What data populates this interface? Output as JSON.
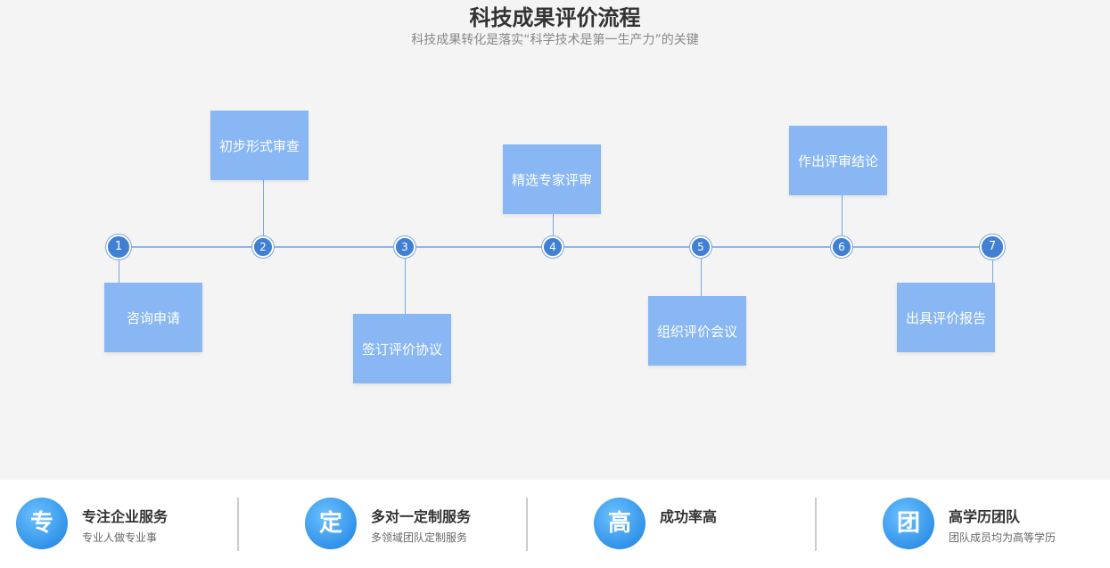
{
  "header": {
    "title": "科技成果评价流程",
    "subtitle": "科技成果转化是落实“科学技术是第一生产力”的关键"
  },
  "steps": [
    {
      "num": "1",
      "label": "咨询申请"
    },
    {
      "num": "2",
      "label": "初步形式审查"
    },
    {
      "num": "3",
      "label": "签订评价协议"
    },
    {
      "num": "4",
      "label": "精选专家评审"
    },
    {
      "num": "5",
      "label": "组织评价会议"
    },
    {
      "num": "6",
      "label": "作出评审结论"
    },
    {
      "num": "7",
      "label": "出具评价报告"
    }
  ],
  "features": [
    {
      "icon": "专",
      "title": "专注企业服务",
      "subtitle": "专业人做专业事"
    },
    {
      "icon": "定",
      "title": "多对一定制服务",
      "subtitle": "多领域团队定制服务"
    },
    {
      "icon": "高",
      "title": "成功率高",
      "subtitle": ""
    },
    {
      "icon": "团",
      "title": "高学历团队",
      "subtitle": "团队成员均为高等学历"
    }
  ],
  "colors": {
    "box": "#88b7f4",
    "node": "#3f7fd4",
    "line": "#8fb3f0",
    "icon": "#1a7fe0"
  }
}
